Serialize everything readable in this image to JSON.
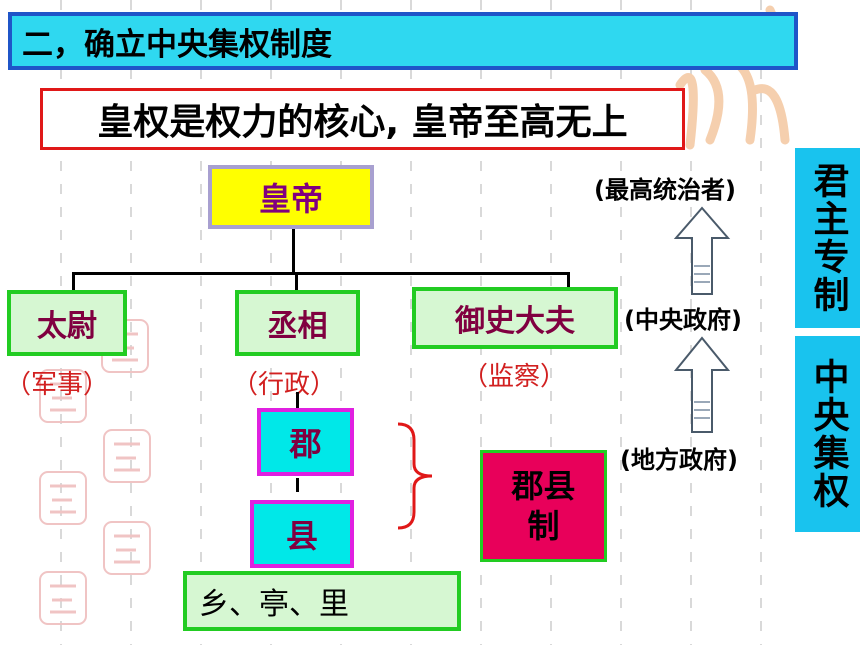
{
  "title": "二，确立中央集权制度",
  "headline": "皇权是权力的核心, 皇帝至高无上",
  "emperor": "皇帝",
  "ministers": [
    {
      "name": "太尉",
      "role": "（军事）"
    },
    {
      "name": "丞相",
      "role": "（行政）"
    },
    {
      "name": "御史大夫",
      "role": "（监察）"
    }
  ],
  "local": {
    "commandery": "郡",
    "county": "县",
    "village": "乡、亭、里"
  },
  "system": {
    "line1": "郡县",
    "line2": "制"
  },
  "hierarchy": {
    "top": "(最高统治者)",
    "middle": "(中央政府)",
    "bottom": "(地方政府)"
  },
  "tabs": {
    "autocracy": "君主专制",
    "centralization": "中央集权"
  },
  "colors": {
    "title_bg": "#2fd8f0",
    "title_border": "#1f55c8",
    "emperor_bg": "#ffff00",
    "minister_bg": "#d6f7d2",
    "local_bg": "#00e8e8",
    "system_bg": "#e8005a",
    "tab_bg": "#19c3ee"
  },
  "icons": [
    "up-arrow-icon",
    "brace-icon",
    "seal-decoration-icon"
  ]
}
